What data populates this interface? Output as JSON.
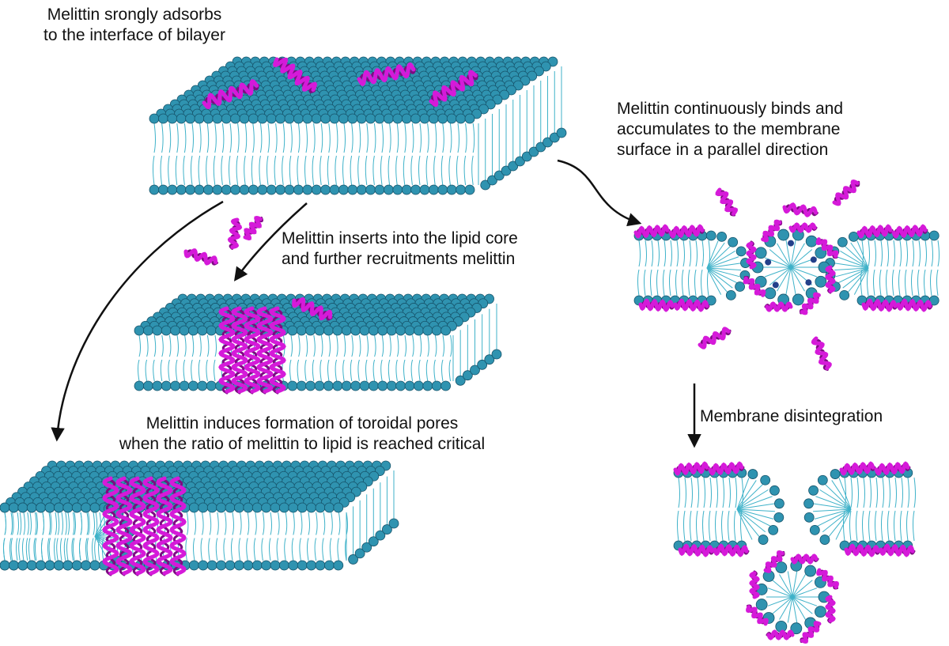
{
  "colors": {
    "head_fill": "#2f93b0",
    "head_stroke": "#16536a",
    "tail": "#3fb2c9",
    "helix": "#d51ad9",
    "helix_dark": "#7d0a82",
    "arrow": "#111111",
    "charged_bead": "#23408a"
  },
  "labels": {
    "adsorb": [
      "Melittin srongly adsorbs",
      "to the interface of bilayer"
    ],
    "insert": [
      "Melittin inserts into the lipid core",
      "and further recruitments melittin"
    ],
    "toroidal": [
      "Melittin induces formation of toroidal pores",
      "when the ratio of melittin to lipid is reached critical"
    ],
    "carpet": [
      "Melittin continuously binds and",
      "accumulates to the membrane",
      "surface in a parallel direction"
    ],
    "disintegration": "Membrane disintegration"
  },
  "icons": [
    "lipid-bilayer-slab",
    "melittin-helix",
    "micelle",
    "process-arrow"
  ]
}
